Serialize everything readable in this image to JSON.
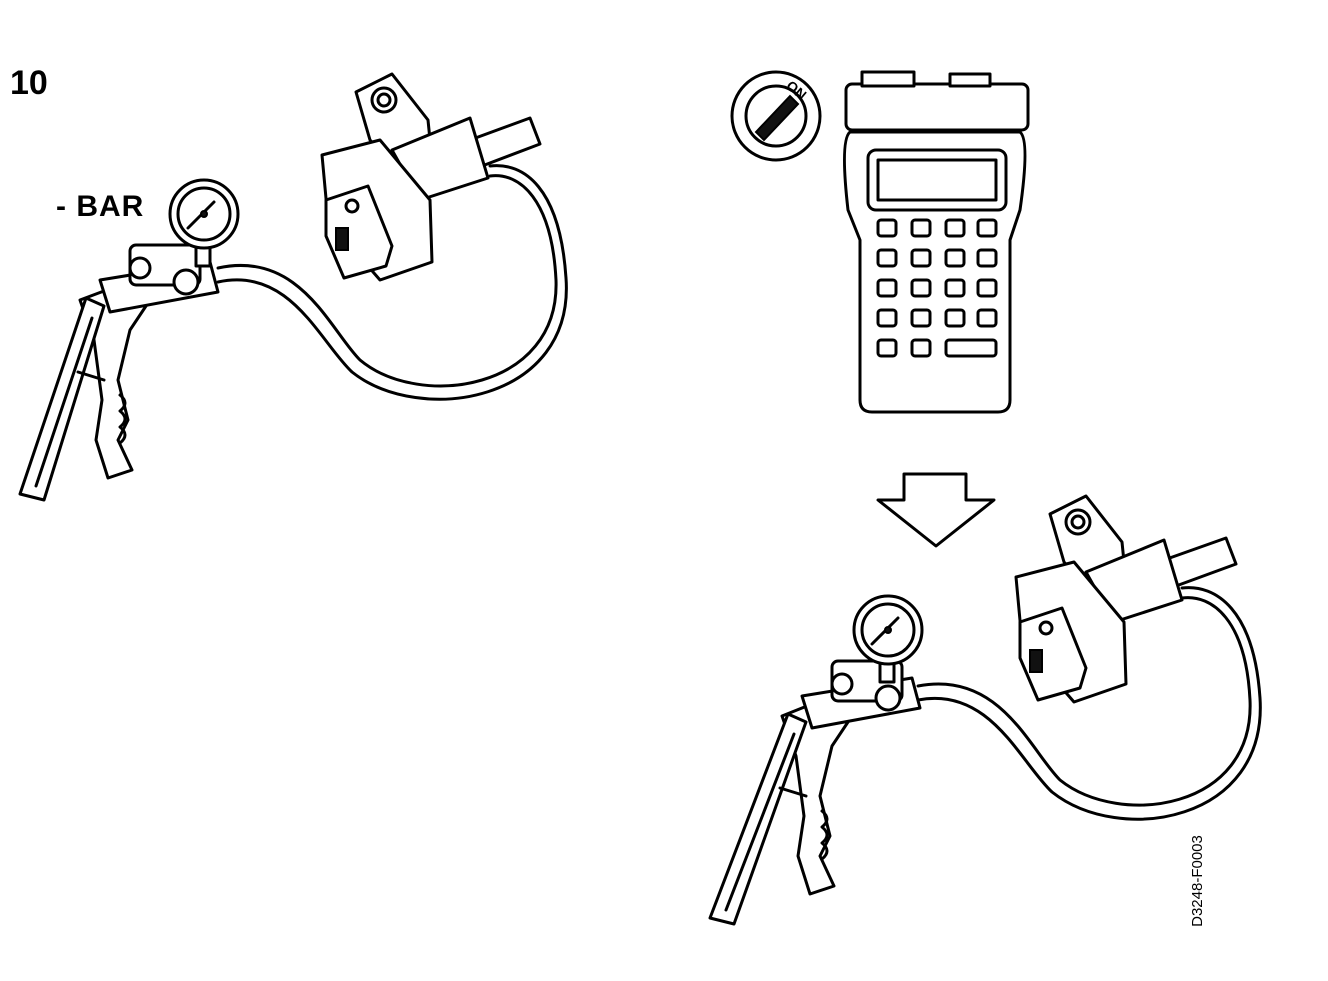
{
  "figure": {
    "step_number": "10",
    "gauge_label": "- BAR",
    "switch_label": "ON",
    "drawing_code": "D3248-F0003"
  }
}
